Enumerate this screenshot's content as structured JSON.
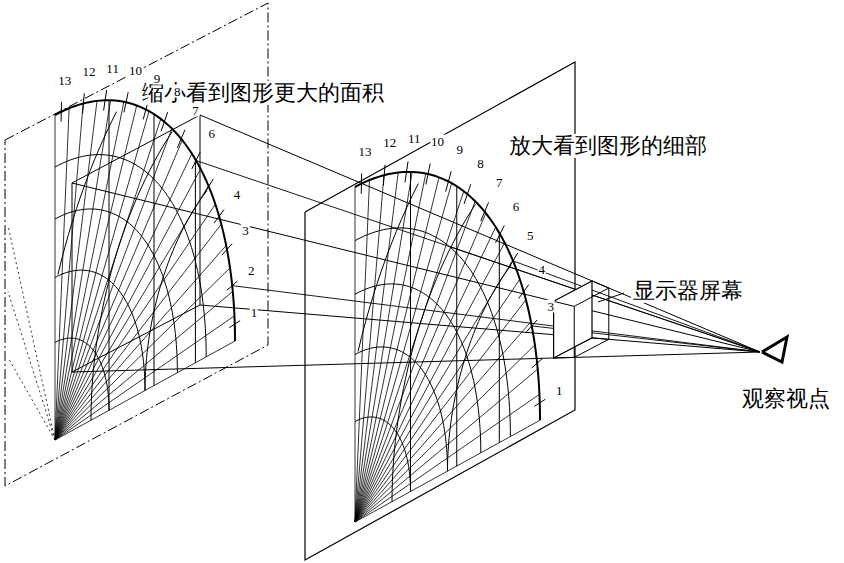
{
  "diagram": {
    "labels": [
      "缩小看到图形更大的面积",
      "放大看到图形的细部",
      "显示器屏幕",
      "观察视点",
      "13",
      "12",
      "11",
      "10",
      "9",
      "8",
      "7",
      "6",
      "4",
      "3",
      "2",
      "1",
      "13",
      "12",
      "11",
      "10",
      "9",
      "8",
      "7",
      "6",
      "5",
      "4",
      "3",
      "1"
    ]
  }
}
